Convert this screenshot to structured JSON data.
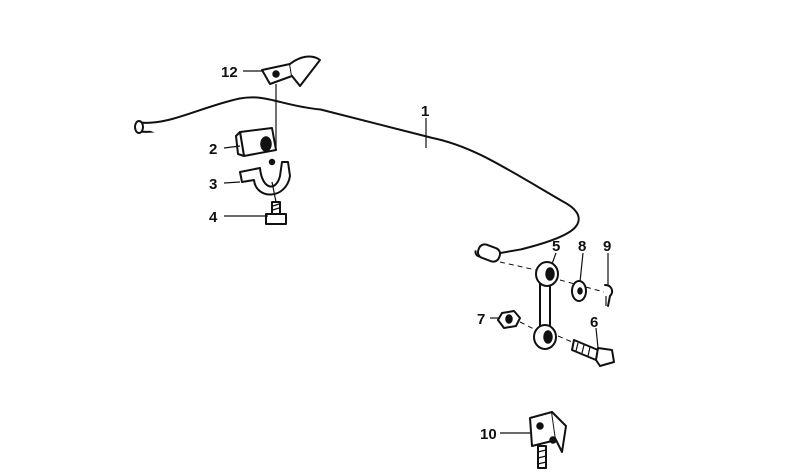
{
  "diagram": {
    "callouts": [
      {
        "id": "1",
        "label": "1"
      },
      {
        "id": "2",
        "label": "2"
      },
      {
        "id": "3",
        "label": "3"
      },
      {
        "id": "4",
        "label": "4"
      },
      {
        "id": "5",
        "label": "5"
      },
      {
        "id": "6",
        "label": "6"
      },
      {
        "id": "7",
        "label": "7"
      },
      {
        "id": "8",
        "label": "8"
      },
      {
        "id": "9",
        "label": "9"
      },
      {
        "id": "10",
        "label": "10"
      },
      {
        "id": "12",
        "label": "12"
      }
    ]
  }
}
